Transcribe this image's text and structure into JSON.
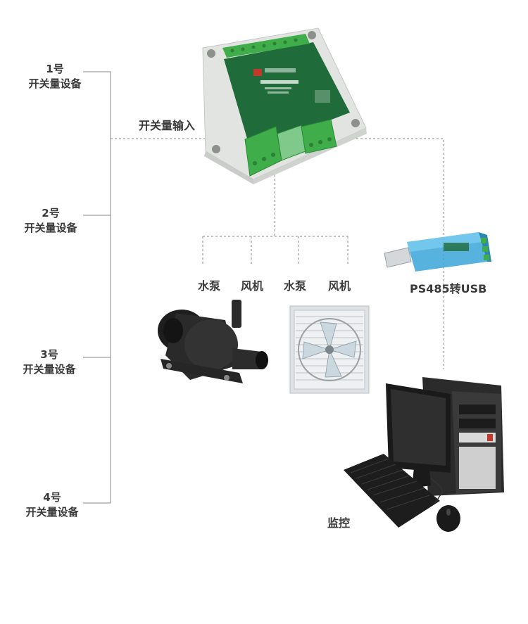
{
  "devices": [
    {
      "num": "1号",
      "label": "开关量设备"
    },
    {
      "num": "2号",
      "label": "开关量设备"
    },
    {
      "num": "3号",
      "label": "开关量设备"
    },
    {
      "num": "4号",
      "label": "开关量设备"
    }
  ],
  "input_label": "开关量输入",
  "outputs": [
    "水泵",
    "风机",
    "水泵",
    "风机"
  ],
  "usb_label": "PS485转USB",
  "monitor_label": "监控",
  "colors": {
    "line": "#888888",
    "module_green": "#1f6b3a",
    "terminal_green": "#3fae4a",
    "case": "#e4e6e3",
    "usb_blue": "#3aa5d8"
  }
}
